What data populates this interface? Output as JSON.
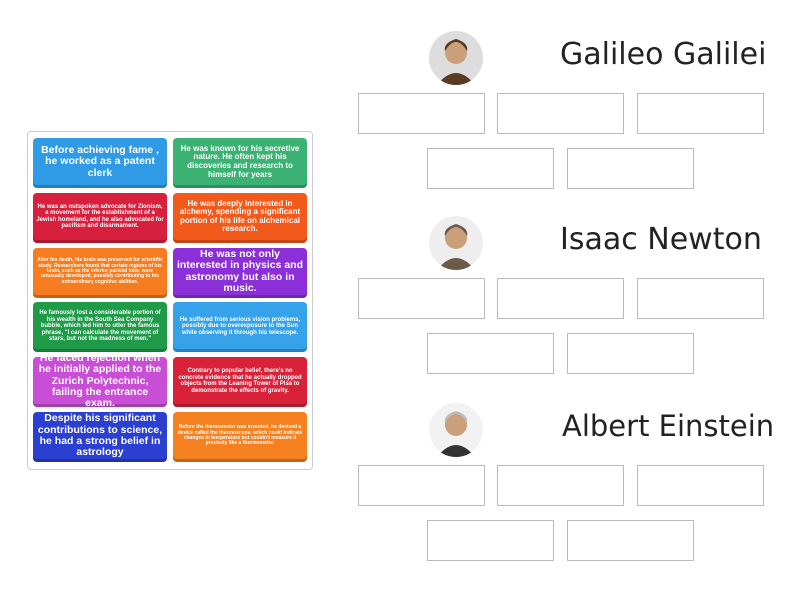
{
  "cards": [
    {
      "text": "Before achieving fame , he worked as a patent clerk",
      "color": "#2f9be6"
    },
    {
      "text": "He was known for his secretive nature. He often kept his discoveries and research to himself for years",
      "color": "#3bb273"
    },
    {
      "text": "He was an outspoken advocate for Zionism, a movement for the establishment of a Jewish homeland, and he also advocated for pacifism and disarmament.",
      "color": "#d6203e"
    },
    {
      "text": "He was deeply interested in alchemy, spending a significant portion of his life on alchemical research.",
      "color": "#f25a1c"
    },
    {
      "text": "After his death, his brain was preserved for scientific study. Researchers found that certain regions of his brain, such as the inferior parietal lobe, were unusually developed, possibly contributing to his extraordinary cognitive abilities.",
      "color": "#f57c1f"
    },
    {
      "text": "He was not only interested in physics and astronomy but also in music.",
      "color": "#8b2fd8"
    },
    {
      "text": "He famously lost a considerable portion of his wealth in the South Sea Company bubble, which led him to utter the famous phrase, \"I can calculate the movement of stars, but not the madness of men.\"",
      "color": "#1f9a48"
    },
    {
      "text": "He suffered from serious vision problems, possibly due to overexposure to the Sun while observing it through his telescope.",
      "color": "#36a2ea"
    },
    {
      "text": "He faced rejection when he initially applied to the Zurich Polytechnic, failing the entrance exam.",
      "color": "#c94ed6"
    },
    {
      "text": "Contrary to popular belief, there's no concrete evidence that he actually dropped objects from the Leaning Tower of Pisa to demonstrate the effects of gravity.",
      "color": "#d7223a"
    },
    {
      "text": "Despite his significant contributions to science, he had a strong belief in astrology",
      "color": "#2b3fd1"
    },
    {
      "text": "Before the thermometer was invented, he devised a device called the thermoscope, which could indicate changes in temperature but couldn't measure it precisely like a thermometer.",
      "color": "#f5801f"
    }
  ],
  "groups": [
    {
      "name": "Galileo Galilei"
    },
    {
      "name": "Isaac Newton"
    },
    {
      "name": "Albert Einstein"
    }
  ]
}
